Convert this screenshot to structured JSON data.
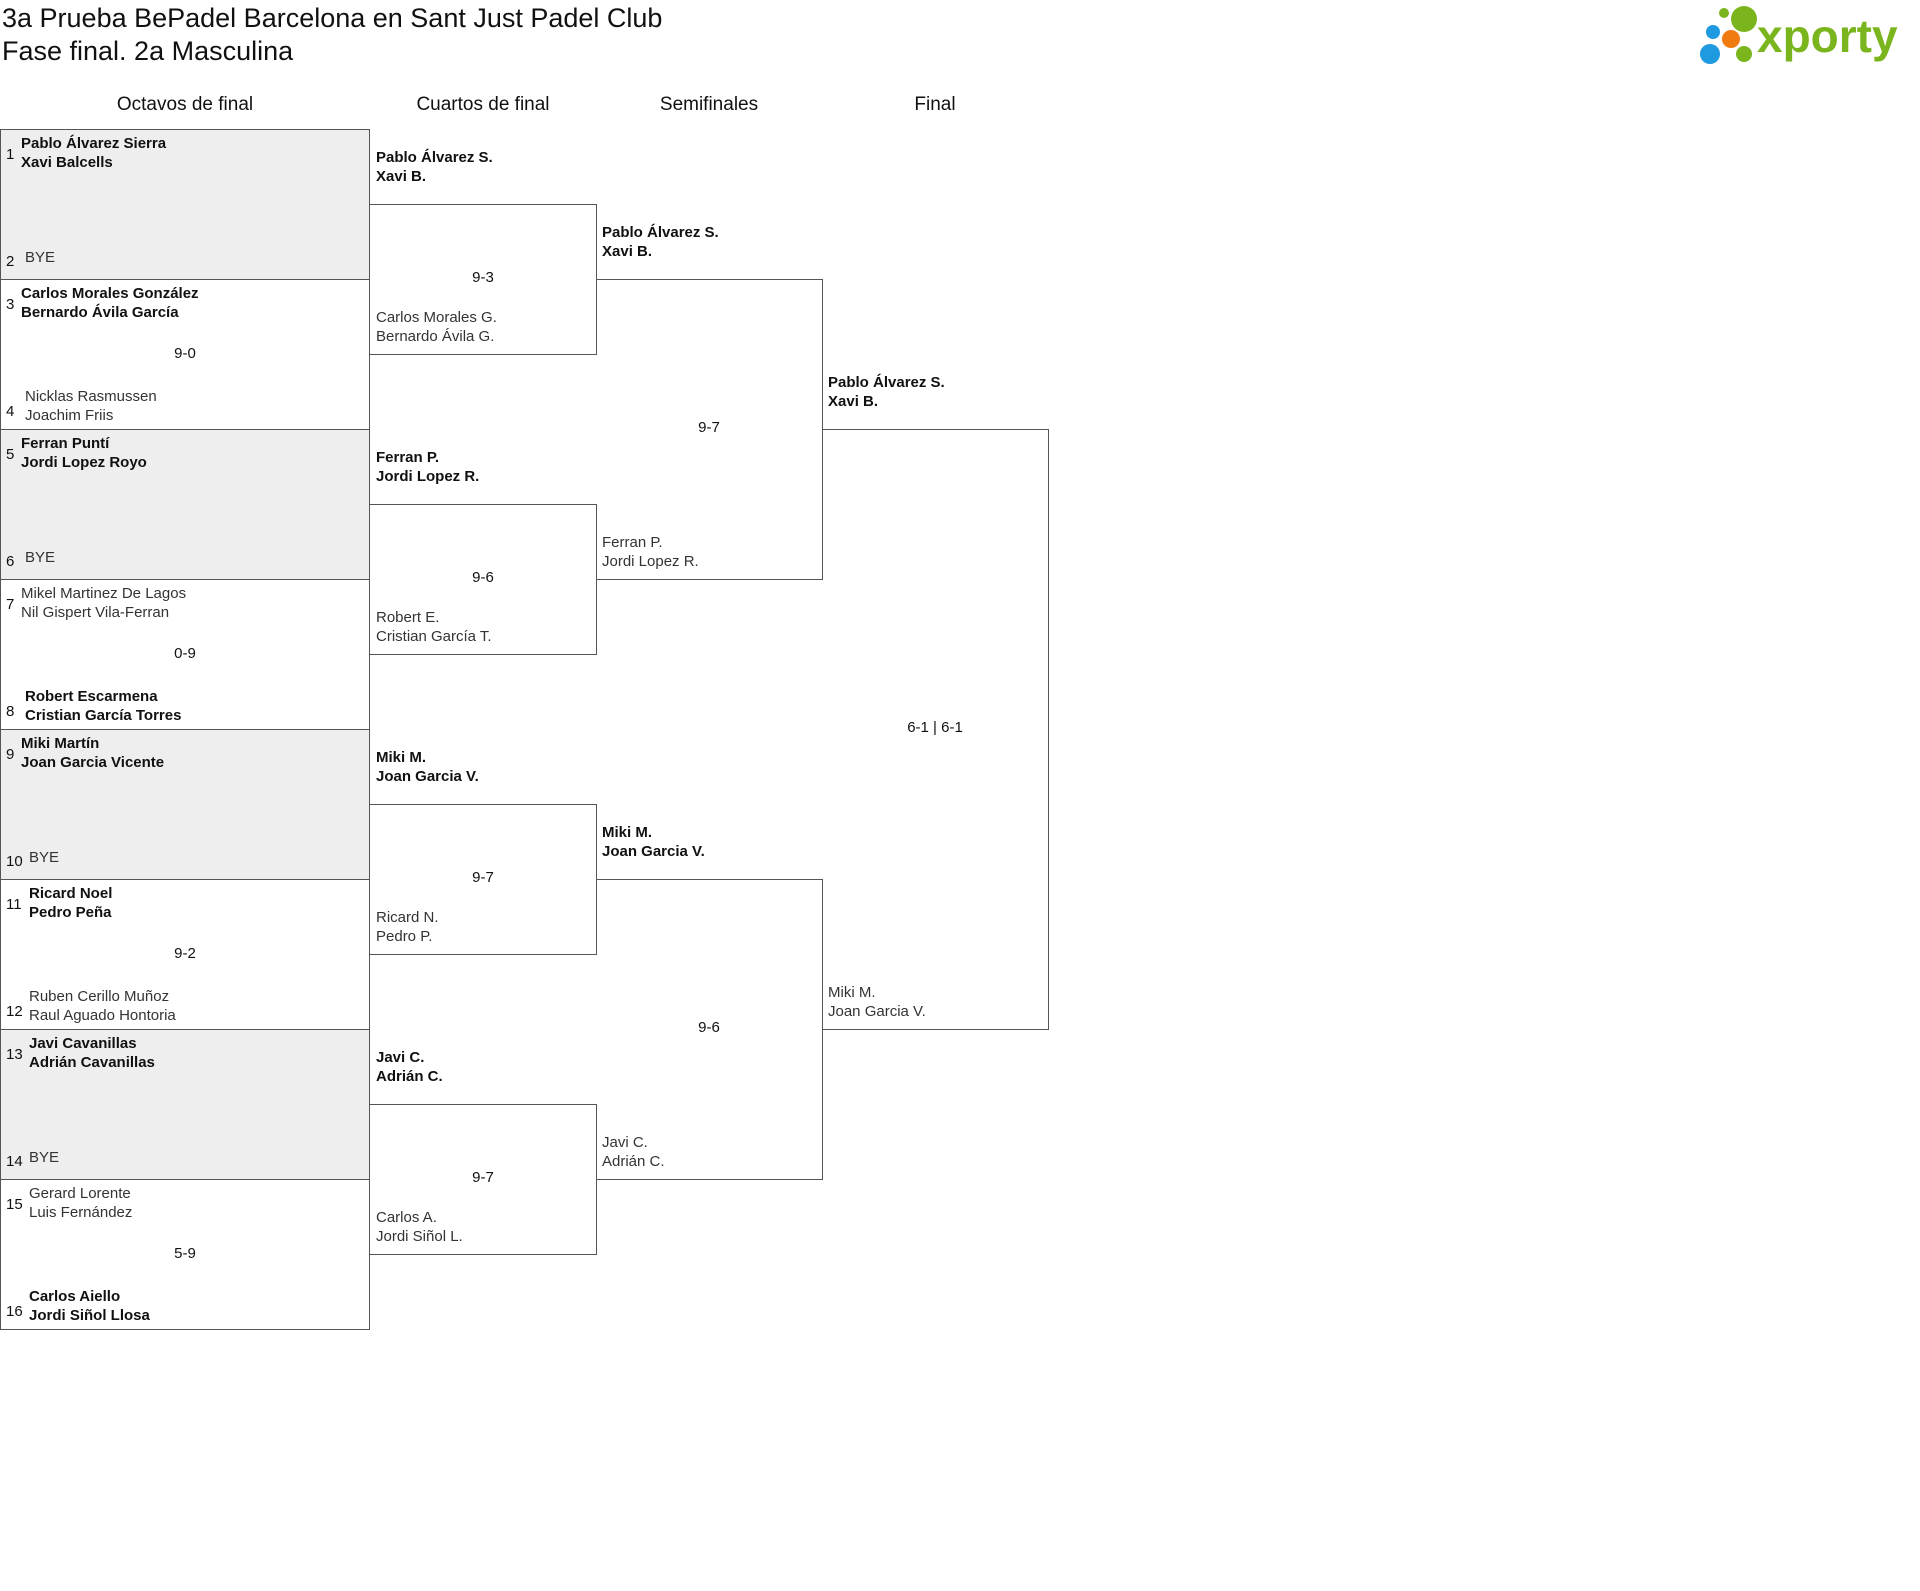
{
  "header": {
    "title_line1": "3a Prueba BePadel Barcelona en Sant Just Padel Club",
    "title_line2": "Fase final. 2a Masculina",
    "logo_text": "xporty",
    "logo_colors": [
      "#1e9be0",
      "#7ab51d",
      "#f07b11",
      "#7ab51d",
      "#1e9be0",
      "#7ab51d"
    ]
  },
  "rounds": {
    "r16": "Octavos de final",
    "qf": "Cuartos de final",
    "sf": "Semifinales",
    "final": "Final"
  },
  "r16": [
    {
      "shaded": true,
      "seed_top": "1",
      "top": [
        "Pablo Álvarez Sierra",
        "Xavi Balcells"
      ],
      "top_winner": true,
      "seed_bottom": "2",
      "bottom": [
        "BYE",
        ""
      ],
      "bottom_winner": false,
      "score": ""
    },
    {
      "shaded": false,
      "seed_top": "3",
      "top": [
        "Carlos Morales González",
        "Bernardo Ávila García"
      ],
      "top_winner": true,
      "seed_bottom": "4",
      "bottom": [
        "Nicklas Rasmussen",
        "Joachim Friis"
      ],
      "bottom_winner": false,
      "score": "9-0"
    },
    {
      "shaded": true,
      "seed_top": "5",
      "top": [
        "Ferran Puntí",
        "Jordi Lopez Royo"
      ],
      "top_winner": true,
      "seed_bottom": "6",
      "bottom": [
        "BYE",
        ""
      ],
      "bottom_winner": false,
      "score": ""
    },
    {
      "shaded": false,
      "seed_top": "7",
      "top": [
        "Mikel Martinez De Lagos",
        "Nil Gispert Vila-Ferran"
      ],
      "top_winner": false,
      "seed_bottom": "8",
      "bottom": [
        "Robert Escarmena",
        "Cristian García Torres"
      ],
      "bottom_winner": true,
      "score": "0-9"
    },
    {
      "shaded": true,
      "seed_top": "9",
      "top": [
        "Miki Martín",
        "Joan Garcia Vicente"
      ],
      "top_winner": true,
      "seed_bottom": "10",
      "bottom": [
        "BYE",
        ""
      ],
      "bottom_winner": false,
      "score": ""
    },
    {
      "shaded": false,
      "seed_top": "11",
      "top": [
        "Ricard Noel",
        "Pedro Peña"
      ],
      "top_winner": true,
      "seed_bottom": "12",
      "bottom": [
        "Ruben Cerillo Muñoz",
        "Raul Aguado Hontoria"
      ],
      "bottom_winner": false,
      "score": "9-2"
    },
    {
      "shaded": true,
      "seed_top": "13",
      "top": [
        "Javi Cavanillas",
        "Adrián Cavanillas"
      ],
      "top_winner": true,
      "seed_bottom": "14",
      "bottom": [
        "BYE",
        ""
      ],
      "bottom_winner": false,
      "score": ""
    },
    {
      "shaded": false,
      "seed_top": "15",
      "top": [
        "Gerard Lorente",
        "Luis Fernández"
      ],
      "top_winner": false,
      "seed_bottom": "16",
      "bottom": [
        "Carlos Aiello",
        "Jordi Siñol Llosa"
      ],
      "bottom_winner": true,
      "score": "5-9"
    }
  ],
  "qf": [
    {
      "top": [
        "Pablo Álvarez S.",
        "Xavi B."
      ],
      "top_winner": true,
      "bottom": [
        "Carlos Morales G.",
        "Bernardo Ávila G."
      ],
      "bottom_winner": false,
      "score": "9-3"
    },
    {
      "top": [
        "Ferran P.",
        "Jordi Lopez R."
      ],
      "top_winner": true,
      "bottom": [
        "Robert E.",
        "Cristian García T."
      ],
      "bottom_winner": false,
      "score": "9-6"
    },
    {
      "top": [
        "Miki M.",
        "Joan Garcia V."
      ],
      "top_winner": true,
      "bottom": [
        "Ricard N.",
        "Pedro P."
      ],
      "bottom_winner": false,
      "score": "9-7"
    },
    {
      "top": [
        "Javi C.",
        "Adrián C."
      ],
      "top_winner": true,
      "bottom": [
        "Carlos A.",
        "Jordi Siñol L."
      ],
      "bottom_winner": false,
      "score": "9-7"
    }
  ],
  "sf": [
    {
      "top": [
        "Pablo Álvarez S.",
        "Xavi B."
      ],
      "top_winner": true,
      "bottom": [
        "Ferran P.",
        "Jordi Lopez R."
      ],
      "bottom_winner": false,
      "score": "9-7"
    },
    {
      "top": [
        "Miki M.",
        "Joan Garcia V."
      ],
      "top_winner": true,
      "bottom": [
        "Javi C.",
        "Adrián C."
      ],
      "bottom_winner": false,
      "score": "9-6"
    }
  ],
  "final": [
    {
      "top": [
        "Pablo Álvarez S.",
        "Xavi B."
      ],
      "top_winner": true,
      "bottom": [
        "Miki M.",
        "Joan Garcia V."
      ],
      "bottom_winner": false,
      "score": "6-1 | 6-1"
    }
  ]
}
